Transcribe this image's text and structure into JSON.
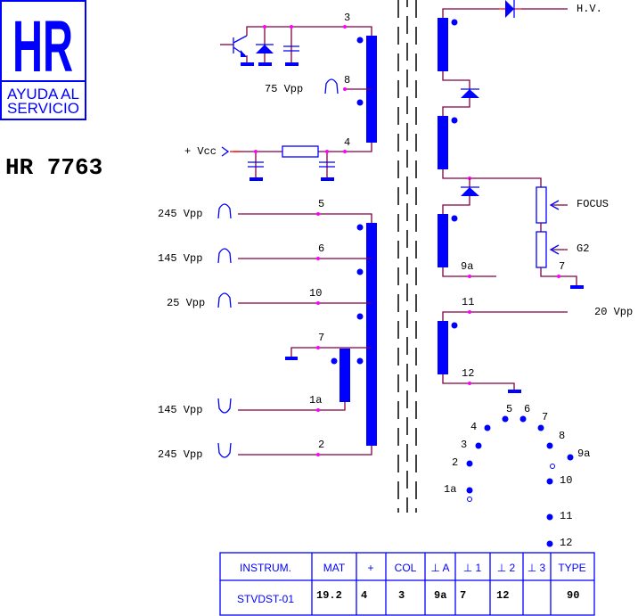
{
  "logo": {
    "letters": "HR",
    "line1": "AYUDA AL",
    "line2": "SERVICIO"
  },
  "model": "HR 7763",
  "primary": {
    "pin_3": "3",
    "pin_8": "8",
    "pin_4": "4",
    "pulse_8": "75 Vpp",
    "vcc": "+ Vcc"
  },
  "secondary": {
    "pins": [
      {
        "pin": "5",
        "label": "245 Vpp"
      },
      {
        "pin": "6",
        "label": "145 Vpp"
      },
      {
        "pin": "10",
        "label": "25 Vpp"
      },
      {
        "pin": "7",
        "label": ""
      },
      {
        "pin": "1a",
        "label": "145 Vpp"
      },
      {
        "pin": "2",
        "label": "245 Vpp"
      }
    ]
  },
  "hv_section": {
    "hv": "H.V.",
    "focus": "FOCUS",
    "g2": "G2",
    "pin_9a": "9a",
    "pin_7": "7",
    "pin_11": "11",
    "pin_12": "12",
    "v20": "20 Vpp"
  },
  "pinout": [
    "5",
    "6",
    "4",
    "7",
    "3",
    "8",
    "2",
    "9a",
    "10",
    "1a",
    "11",
    "12"
  ],
  "table": {
    "headers": [
      "INSTRUM.",
      "MAT",
      "+",
      "COL",
      "⊥ A",
      "⊥ 1",
      "⊥ 2",
      "⊥ 3",
      "TYPE"
    ],
    "values": [
      "STVDST-01",
      "19.2",
      "4",
      "3",
      "9a",
      "7",
      "12",
      "",
      "90"
    ]
  },
  "colors": {
    "wire": "#800040",
    "component": "#0000ff",
    "node": "#ff00ff"
  }
}
